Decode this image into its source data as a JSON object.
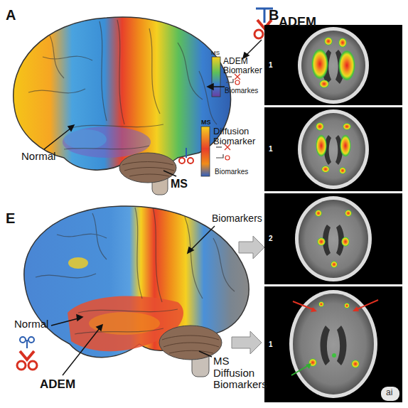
{
  "diagram": {
    "nodes": [
      {
        "text": [
          "1"
        ]
      },
      {
        "text": [
          "1"
        ]
      },
      {
        "text": [
          "2"
        ]
      },
      {
        "text": [
          "1"
        ]
      }
    ],
    "labels": [
      "A",
      "ADEM",
      "MS",
      "MS",
      "Normal",
      "MS",
      "B",
      "E",
      "Biomarkers",
      "Normal",
      "ADEM",
      "MS Diffusion Biomarkers",
      "ai"
    ],
    "legend": [
      {
        "text": "ADEM Biomarker"
      },
      {
        "text": "Biomarkes"
      },
      {
        "text": "Diffusion Biomarker"
      },
      {
        "text": "Biomarkes"
      }
    ]
  }
}
